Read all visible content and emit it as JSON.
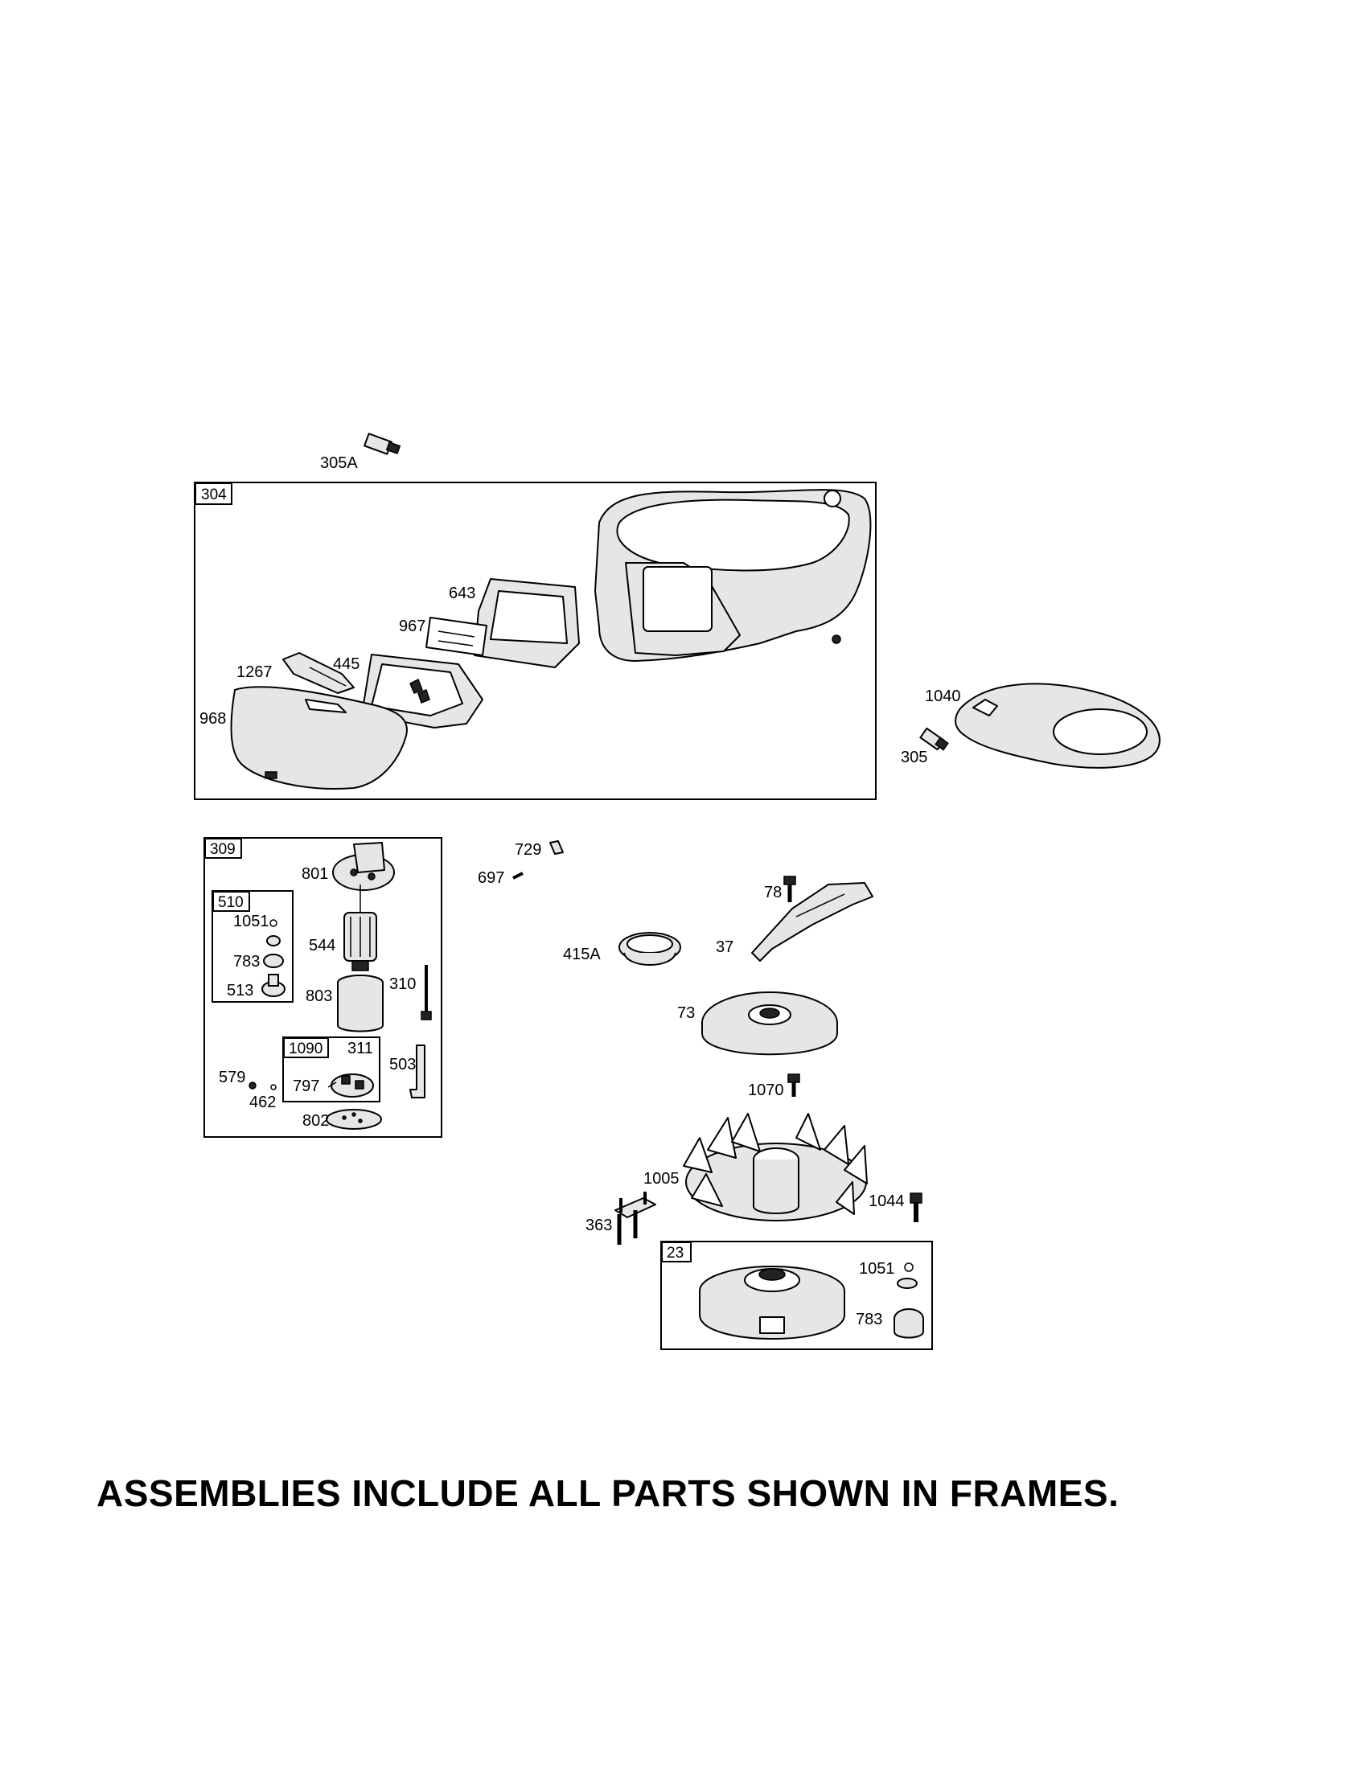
{
  "frames": {
    "f304": "304",
    "f309": "309",
    "f510": "510",
    "f1090": "1090",
    "f23": "23"
  },
  "labels": {
    "p305A": "305A",
    "p643": "643",
    "p967": "967",
    "p445": "445",
    "p1267": "1267",
    "p968": "968",
    "p1040": "1040",
    "p305": "305",
    "p801": "801",
    "p1051a": "1051",
    "p783a": "783",
    "p513": "513",
    "p544": "544",
    "p803": "803",
    "p310": "310",
    "p311": "311",
    "p797": "797",
    "p579": "579",
    "p462": "462",
    "p503": "503",
    "p802": "802",
    "p729": "729",
    "p697": "697",
    "p78": "78",
    "p37": "37",
    "p415A": "415A",
    "p73": "73",
    "p1070": "1070",
    "p1005": "1005",
    "p1044": "1044",
    "p363": "363",
    "p1051b": "1051",
    "p783b": "783"
  },
  "footer": "ASSEMBLIES INCLUDE ALL PARTS SHOWN IN FRAMES."
}
